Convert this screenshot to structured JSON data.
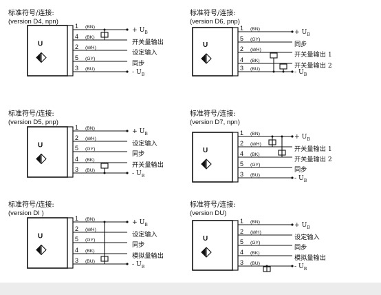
{
  "panels": [
    {
      "title": "标准符号/连接:",
      "version": "(version D4, npn)",
      "body_label": "U",
      "wires": [
        {
          "pin": "1",
          "code": "(BN)",
          "func": "+ U",
          "sub": "B"
        },
        {
          "pin": "4",
          "code": "(BK)",
          "func": "开关量输出",
          "sub": ""
        },
        {
          "pin": "2",
          "code": "(WH)",
          "func": "设定输入",
          "sub": ""
        },
        {
          "pin": "5",
          "code": "(GY)",
          "func": "同步",
          "sub": ""
        },
        {
          "pin": "3",
          "code": "(BU)",
          "func": "- U",
          "sub": "B"
        }
      ]
    },
    {
      "title": "标准符号/连接:",
      "version": "(version D6, pnp)",
      "body_label": "U",
      "wires": [
        {
          "pin": "1",
          "code": "(BN)",
          "func": "+ U",
          "sub": "B"
        },
        {
          "pin": "5",
          "code": "(GY)",
          "func": "同步",
          "sub": ""
        },
        {
          "pin": "2",
          "code": "(WH)",
          "func": "开关量输出 1",
          "sub": ""
        },
        {
          "pin": "4",
          "code": "(BK)",
          "func": "开关量输出 2",
          "sub": ""
        },
        {
          "pin": "3",
          "code": "(BU)",
          "func": "- U",
          "sub": "B"
        }
      ]
    },
    {
      "title": "标准符号/连接:",
      "version": "(version D5, pnp)",
      "body_label": "U",
      "wires": [
        {
          "pin": "1",
          "code": "(BN)",
          "func": "+ U",
          "sub": "B"
        },
        {
          "pin": "2",
          "code": "(WH)",
          "func": "设定输入",
          "sub": ""
        },
        {
          "pin": "5",
          "code": "(GY)",
          "func": "同步",
          "sub": ""
        },
        {
          "pin": "4",
          "code": "(BK)",
          "func": "开关量输出",
          "sub": ""
        },
        {
          "pin": "3",
          "code": "(BU)",
          "func": "- U",
          "sub": "B"
        }
      ]
    },
    {
      "title": "标准符号/连接:",
      "version": "(version D7, npn)",
      "body_label": "U",
      "wires": [
        {
          "pin": "1",
          "code": "(BN)",
          "func": "+ U",
          "sub": "B"
        },
        {
          "pin": "2",
          "code": "(WH)",
          "func": "开关量输出 1",
          "sub": ""
        },
        {
          "pin": "4",
          "code": "(BK)",
          "func": "开关量输出 2",
          "sub": ""
        },
        {
          "pin": "5",
          "code": "(GY)",
          "func": "同步",
          "sub": ""
        },
        {
          "pin": "3",
          "code": "(BU)",
          "func": "- U",
          "sub": "B"
        }
      ]
    },
    {
      "title": "标准符号/连接:",
      "version": "(version DI )",
      "body_label": "U",
      "wires": [
        {
          "pin": "1",
          "code": "(BN)",
          "func": "+ U",
          "sub": "B"
        },
        {
          "pin": "2",
          "code": "(WH)",
          "func": "设定输入",
          "sub": ""
        },
        {
          "pin": "5",
          "code": "(GY)",
          "func": "同步",
          "sub": ""
        },
        {
          "pin": "4",
          "code": "(BK)",
          "func": "模拟量输出",
          "sub": ""
        },
        {
          "pin": "3",
          "code": "(BU)",
          "func": "- U",
          "sub": "B"
        }
      ]
    },
    {
      "title": "标准符号/连接:",
      "version": "(version DU)",
      "body_label": "U",
      "wires": [
        {
          "pin": "1",
          "code": "(BN)",
          "func": "+ U",
          "sub": "B"
        },
        {
          "pin": "2",
          "code": "(WH)",
          "func": "设定输入",
          "sub": ""
        },
        {
          "pin": "5",
          "code": "(GY)",
          "func": "同步",
          "sub": ""
        },
        {
          "pin": "4",
          "code": "(BK)",
          "func": "模拟量输出",
          "sub": ""
        },
        {
          "pin": "3",
          "code": "(BU)",
          "func": "- U",
          "sub": "B"
        }
      ]
    }
  ]
}
